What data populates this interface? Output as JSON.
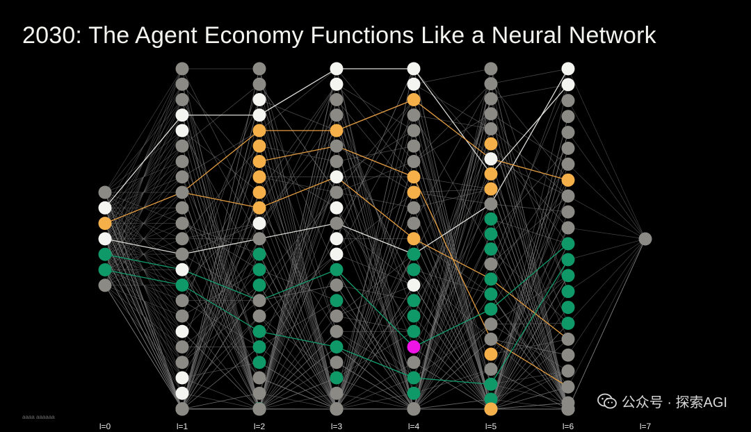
{
  "title": "2030: The Agent Economy Functions Like a Neural Network",
  "watermark": {
    "text": "公众号 · 探索AGI",
    "icon": "wechat-icon"
  },
  "credit": "aaaa aaaaaa",
  "colors": {
    "background": "#000000",
    "gray": "#8c8a85",
    "white": "#f4f4f0",
    "orange": "#f6b04a",
    "green": "#0f9868",
    "magenta": "#ee14e6",
    "edge_gray": "#7a7a7a",
    "edge_white": "#e8e8e4",
    "edge_orange": "#f0a544",
    "edge_green": "#13a470"
  },
  "layers": [
    {
      "label": "l=0",
      "nodes": "gwowggg"
    },
    {
      "label": "l=1",
      "nodes": "gggwwggggggggwgggwggwwgggggggggggggg"
    },
    {
      "label": "l=2",
      "nodes": "ggwwoooooowggggggggggggggggggggggggg"
    },
    {
      "label": "l=3",
      "nodes": "wwggoggwgwgwwggggggggggggggggggggggg"
    },
    {
      "label": "l=4",
      "nodes": "wwoggggooggoggwgggmggggggggggggggggg"
    },
    {
      "label": "l=5",
      "nodes": "gggggowooggggggggggoggggggggggggggggo"
    },
    {
      "label": "l=6",
      "nodes": "wwgggggoggggggggggggggggggooggggggg"
    },
    {
      "label": "l=7",
      "nodes": "g"
    }
  ],
  "highlighted_paths": [
    {
      "color": "white",
      "nodes": [
        [
          0,
          1
        ],
        [
          1,
          3
        ],
        [
          2,
          3
        ],
        [
          3,
          0
        ],
        [
          4,
          0
        ],
        [
          5,
          7
        ],
        [
          6,
          1
        ]
      ]
    },
    {
      "color": "white",
      "nodes": [
        [
          0,
          3
        ],
        [
          1,
          12
        ],
        [
          2,
          11
        ],
        [
          3,
          10
        ],
        [
          4,
          12
        ],
        [
          5,
          9
        ],
        [
          6,
          0
        ]
      ]
    },
    {
      "color": "orange",
      "nodes": [
        [
          0,
          2
        ],
        [
          1,
          8
        ],
        [
          2,
          4
        ],
        [
          3,
          4
        ],
        [
          4,
          2
        ],
        [
          5,
          6
        ],
        [
          6,
          7
        ]
      ]
    },
    {
      "color": "orange",
      "nodes": [
        [
          1,
          8
        ],
        [
          2,
          9
        ],
        [
          3,
          7
        ],
        [
          4,
          11
        ],
        [
          5,
          14
        ],
        [
          6,
          17
        ]
      ]
    },
    {
      "color": "orange",
      "nodes": [
        [
          2,
          6
        ],
        [
          3,
          5
        ],
        [
          4,
          7
        ],
        [
          5,
          18
        ],
        [
          6,
          20
        ]
      ]
    },
    {
      "color": "green",
      "nodes": [
        [
          0,
          4
        ],
        [
          1,
          13
        ],
        [
          2,
          15
        ],
        [
          3,
          13
        ],
        [
          4,
          18
        ],
        [
          5,
          16
        ],
        [
          6,
          11
        ]
      ]
    },
    {
      "color": "green",
      "nodes": [
        [
          0,
          5
        ],
        [
          1,
          14
        ],
        [
          2,
          17
        ],
        [
          3,
          18
        ],
        [
          4,
          20
        ],
        [
          5,
          21
        ],
        [
          6,
          12
        ]
      ]
    }
  ]
}
